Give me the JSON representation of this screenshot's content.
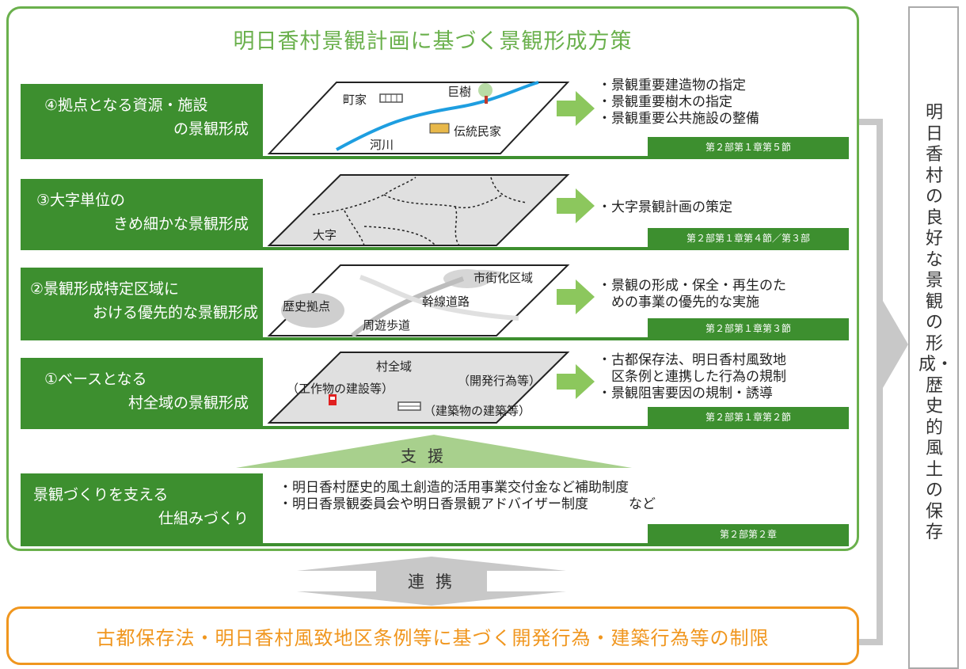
{
  "title": "明日香村景観計画に基づく景観形成方策",
  "rows": [
    {
      "label_line1": "④拠点となる資源・施設",
      "label_line2": "の景観形成",
      "bullets": [
        "・景観重要建造物の指定",
        "・景観重要樹木の指定",
        "・景観重要公共施設の整備"
      ],
      "ref": "第２部第１章第５節",
      "map_labels": {
        "machiya": "町家",
        "kyoju": "巨樹",
        "dento": "伝統民家",
        "kasen": "河川"
      }
    },
    {
      "label_line1": "③大字単位の",
      "label_line2": "きめ細かな景観形成",
      "bullets": [
        "・大字景観計画の策定"
      ],
      "ref": "第２部第１章第４節／第３部",
      "map_labels": {
        "oaza": "大字"
      }
    },
    {
      "label_line1": "②景観形成特定区域に",
      "label_line2": "おける優先的な景観形成",
      "bullets": [
        "・景観の形成・保全・再生のた",
        "　めの事業の優先的な実施"
      ],
      "ref": "第２部第１章第３節",
      "map_labels": {
        "rekishi": "歴史拠点",
        "shigai": "市街化区域",
        "kansen": "幹線道路",
        "shuyu": "周遊歩道"
      }
    },
    {
      "label_line1": "①ベースとなる",
      "label_line2": "村全域の景観形成",
      "bullets": [
        "・古都保存法、明日香村風致地",
        "　区条例と連携した行為の規制",
        "・景観阻害要因の規制・誘導"
      ],
      "ref": "第２部第１章第２節",
      "map_labels": {
        "sonzen": "村全域",
        "kosaku": "（工作物の建設等）",
        "kaihatsu": "（開発行為等）",
        "kenchiku": "（建築物の建築等）"
      }
    }
  ],
  "support": {
    "label": "支援",
    "row_label_line1": "景観づくりを支える",
    "row_label_line2": "仕組みづくり",
    "bullets": [
      "・明日香村歴史的風土創造的活用事業交付金など補助制度",
      "・明日香景観委員会や明日香景観アドバイザー制度　　　など"
    ],
    "ref": "第２部第２章"
  },
  "renkei": "連携",
  "bottom": "古都保存法・明日香村風致地区条例等に基づく開発行為・建築行為等の制限",
  "right_vertical": "明日香村の良好な景観の形成・歴史的風土の保存",
  "colors": {
    "green": "#3d8f2f",
    "light_green": "#6ab04c",
    "orange": "#f0961e",
    "gray": "#bdbdbd"
  }
}
